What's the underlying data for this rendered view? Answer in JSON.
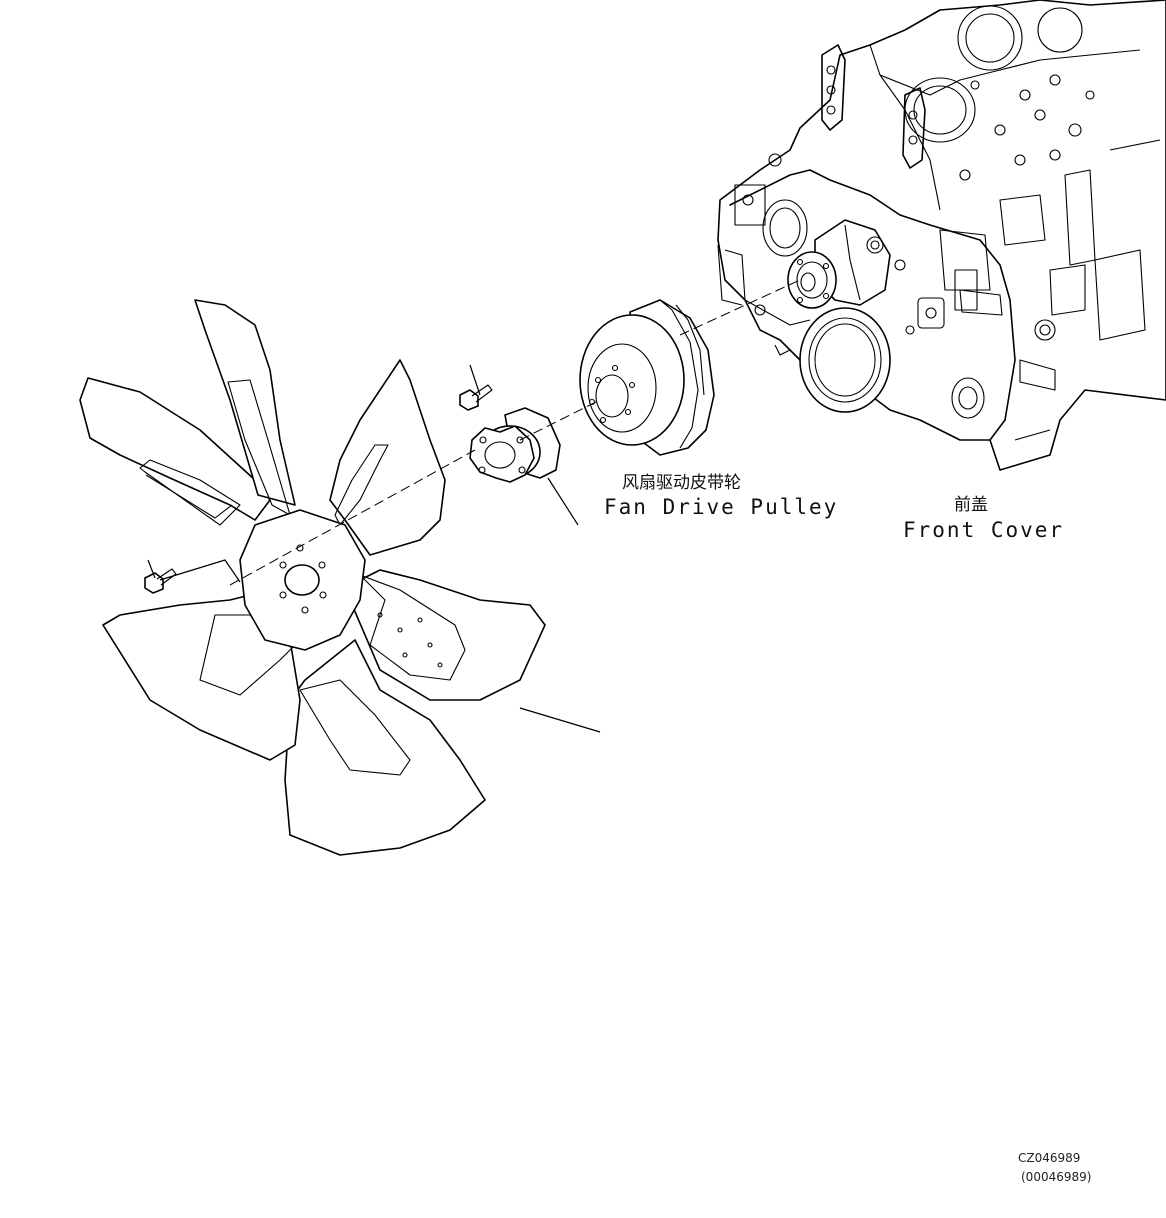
{
  "labels": {
    "fan_drive_pulley_cn": "风扇驱动皮带轮",
    "fan_drive_pulley_en": "Fan Drive Pulley",
    "front_cover_cn": "前盖",
    "front_cover_en": "Front Cover"
  },
  "codes": {
    "figure_code": "CZ046989",
    "figure_ref": "(00046989)"
  }
}
